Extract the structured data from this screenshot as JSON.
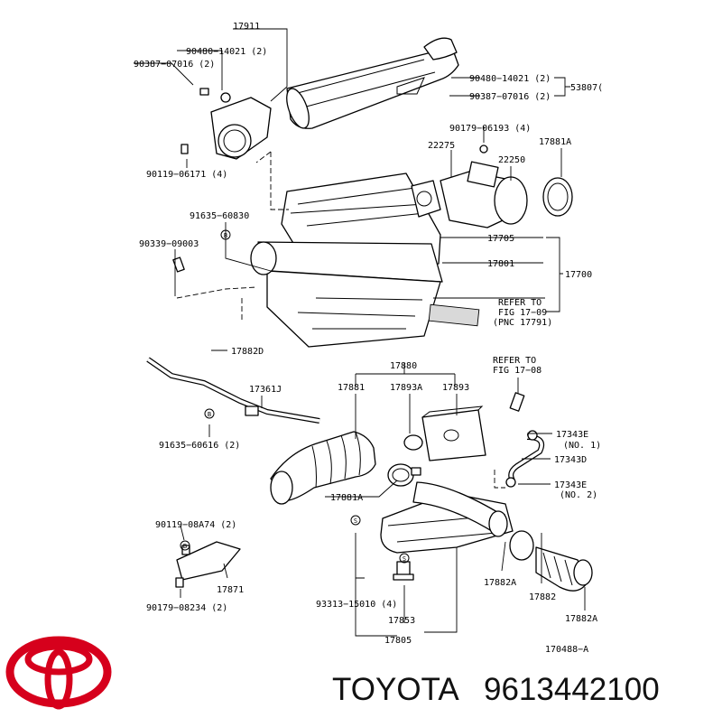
{
  "colors": {
    "logo": "#d6001c",
    "line": "#000000",
    "background": "#ffffff"
  },
  "diagram": {
    "callouts": {
      "c17911": "17911",
      "c90480_a": "90480−14021 (2)",
      "c90387_a": "90387−07016 (2)",
      "c90480_b": "90480−14021 (2)",
      "c538071": "53807(",
      "c90387_b": "90387−07016 (2)",
      "c90179_06193": "90179−06193 (4)",
      "c22275": "22275",
      "c22250": "22250",
      "c17881A_top": "17881A",
      "c90119_06171": "90119−06171 (4)",
      "c91635_60830": "91635−60830",
      "c90339": "90339−09003",
      "c17705": "17705",
      "c17801": "17801",
      "c17700": "17700",
      "refer1_l1": "REFER TO",
      "refer1_l2": "FIG 17−09",
      "refer1_l3": "(PNC 17791)",
      "c17882D": "17882D",
      "c17880": "17880",
      "refer2_l1": "REFER TO",
      "refer2_l2": "FIG 17−08",
      "c17361J": "17361J",
      "c17881": "17881",
      "c17893A": "17893A",
      "c17893": "17893",
      "c17343E_1": "17343E",
      "c_no1": "(NO. 1)",
      "c17343D": "17343D",
      "c91635_60616": "91635−60616 (2)",
      "c17343E_2": "17343E",
      "c_no2": "(NO. 2)",
      "c17881A_mid": "17881A",
      "c90119_08A74": "90119−08A74 (2)",
      "c17871": "17871",
      "c90179_08234": "90179−08234 (2)",
      "c93313": "93313−15010 (4)",
      "c17882A_1": "17882A",
      "c17882": "17882",
      "c17882A_2": "17882A",
      "c17853": "17853",
      "c17805": "17805",
      "c_drawing_no": "170488−A",
      "sym_b1": "B",
      "sym_b2": "B",
      "sym_b3": "B",
      "sym_s1": "S",
      "sym_s2": "S"
    }
  },
  "footer": {
    "brand": "TOYOTA",
    "part_number": "9613442100",
    "logo_icon": "toyota-logo-icon"
  }
}
